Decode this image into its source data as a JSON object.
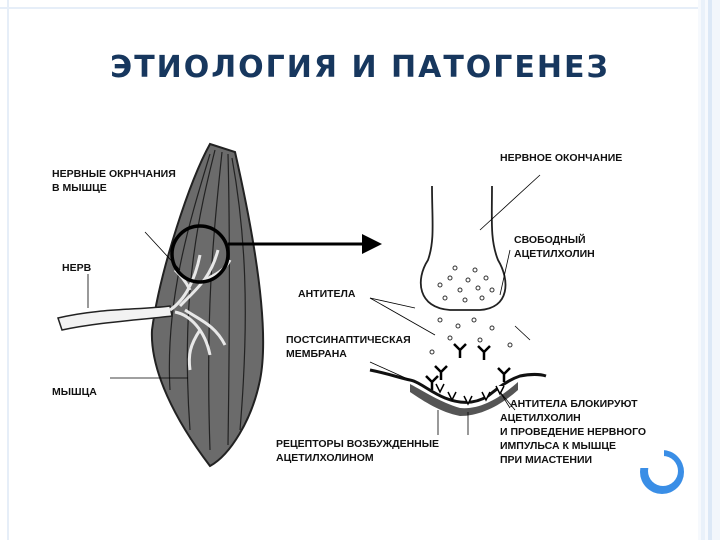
{
  "slide": {
    "title": "ЭТИОЛОГИЯ И ПАТОГЕНЕЗ"
  },
  "diagram": {
    "labels": {
      "nerve_endings_in_muscle_line1": "НЕРВНЫЕ ОКРНЧАНИЯ",
      "nerve_endings_in_muscle_line2": "В МЫШЦЕ",
      "nerve": "НЕРВ",
      "muscle": "МЫШЦА",
      "nerve_ending": "НЕРВНОЕ ОКОНЧАНИЕ",
      "free_ach_line1": "СВОБОДНЫЙ",
      "free_ach_line2": "АЦЕТИЛХОЛИН",
      "antibodies": "АНТИТЕЛА",
      "postsynaptic_line1": "ПОСТСИНАПТИЧЕСКАЯ",
      "postsynaptic_line2": "МЕМБРАНА",
      "antibodies_block_line1": "АНТИТЕЛА БЛОКИРУЮТ",
      "antibodies_block_line2": "АЦЕТИЛХОЛИН",
      "antibodies_block_line3": "И ПРОВЕДЕНИЕ НЕРВНОГО",
      "antibodies_block_line4": "ИМПУЛЬСА К МЫШЦЕ",
      "antibodies_block_line5": "ПРИ МИАСТЕНИИ",
      "receptors_line1": "РЕЦЕПТОРЫ ВОЗБУЖДЕННЫЕ",
      "receptors_line2": "АЦЕТИЛХОЛИНОМ"
    }
  },
  "colors": {
    "title": "#17375e",
    "accent": "#3a8ee6",
    "muscle_fill": "#6b6b6b"
  }
}
